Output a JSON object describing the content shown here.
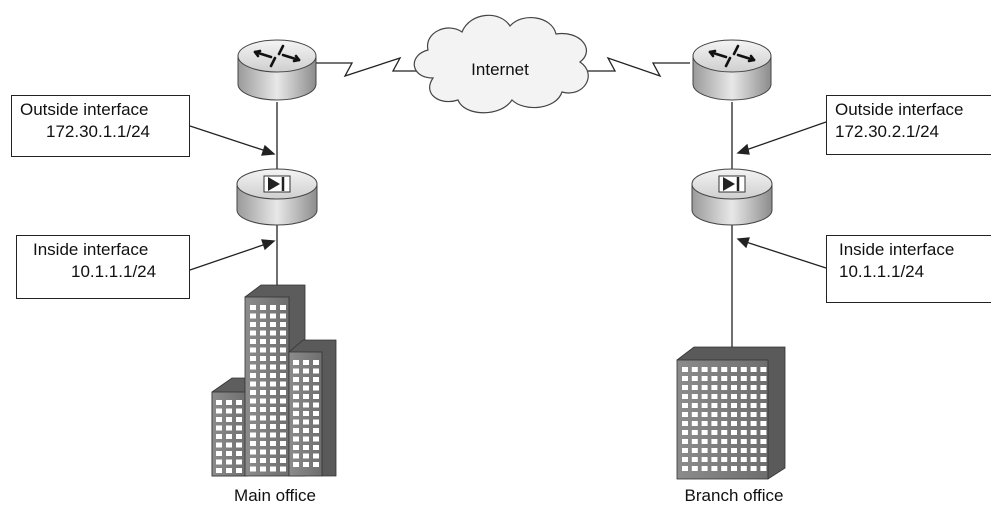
{
  "cloud": {
    "label": "Internet"
  },
  "main_site": {
    "outside": {
      "title": "Outside interface",
      "address": "172.30.1.1/24"
    },
    "inside": {
      "title": "Inside interface",
      "address": "10.1.1.1/24"
    },
    "label": "Main office"
  },
  "branch_site": {
    "outside": {
      "title": "Outside interface",
      "address": "172.30.2.1/24"
    },
    "inside": {
      "title": "Inside interface",
      "address": "10.1.1.1/24"
    },
    "label": "Branch office"
  },
  "colors": {
    "device_light": "#e6e6e6",
    "device_dark": "#8a8a8a",
    "building_face": "#7c7c7c",
    "building_side": "#5a5a5a",
    "window": "#ffffff",
    "line": "#222222"
  },
  "icons": [
    "router-icon",
    "pix-firewall-icon",
    "internet-cloud-icon",
    "office-building-icon"
  ]
}
